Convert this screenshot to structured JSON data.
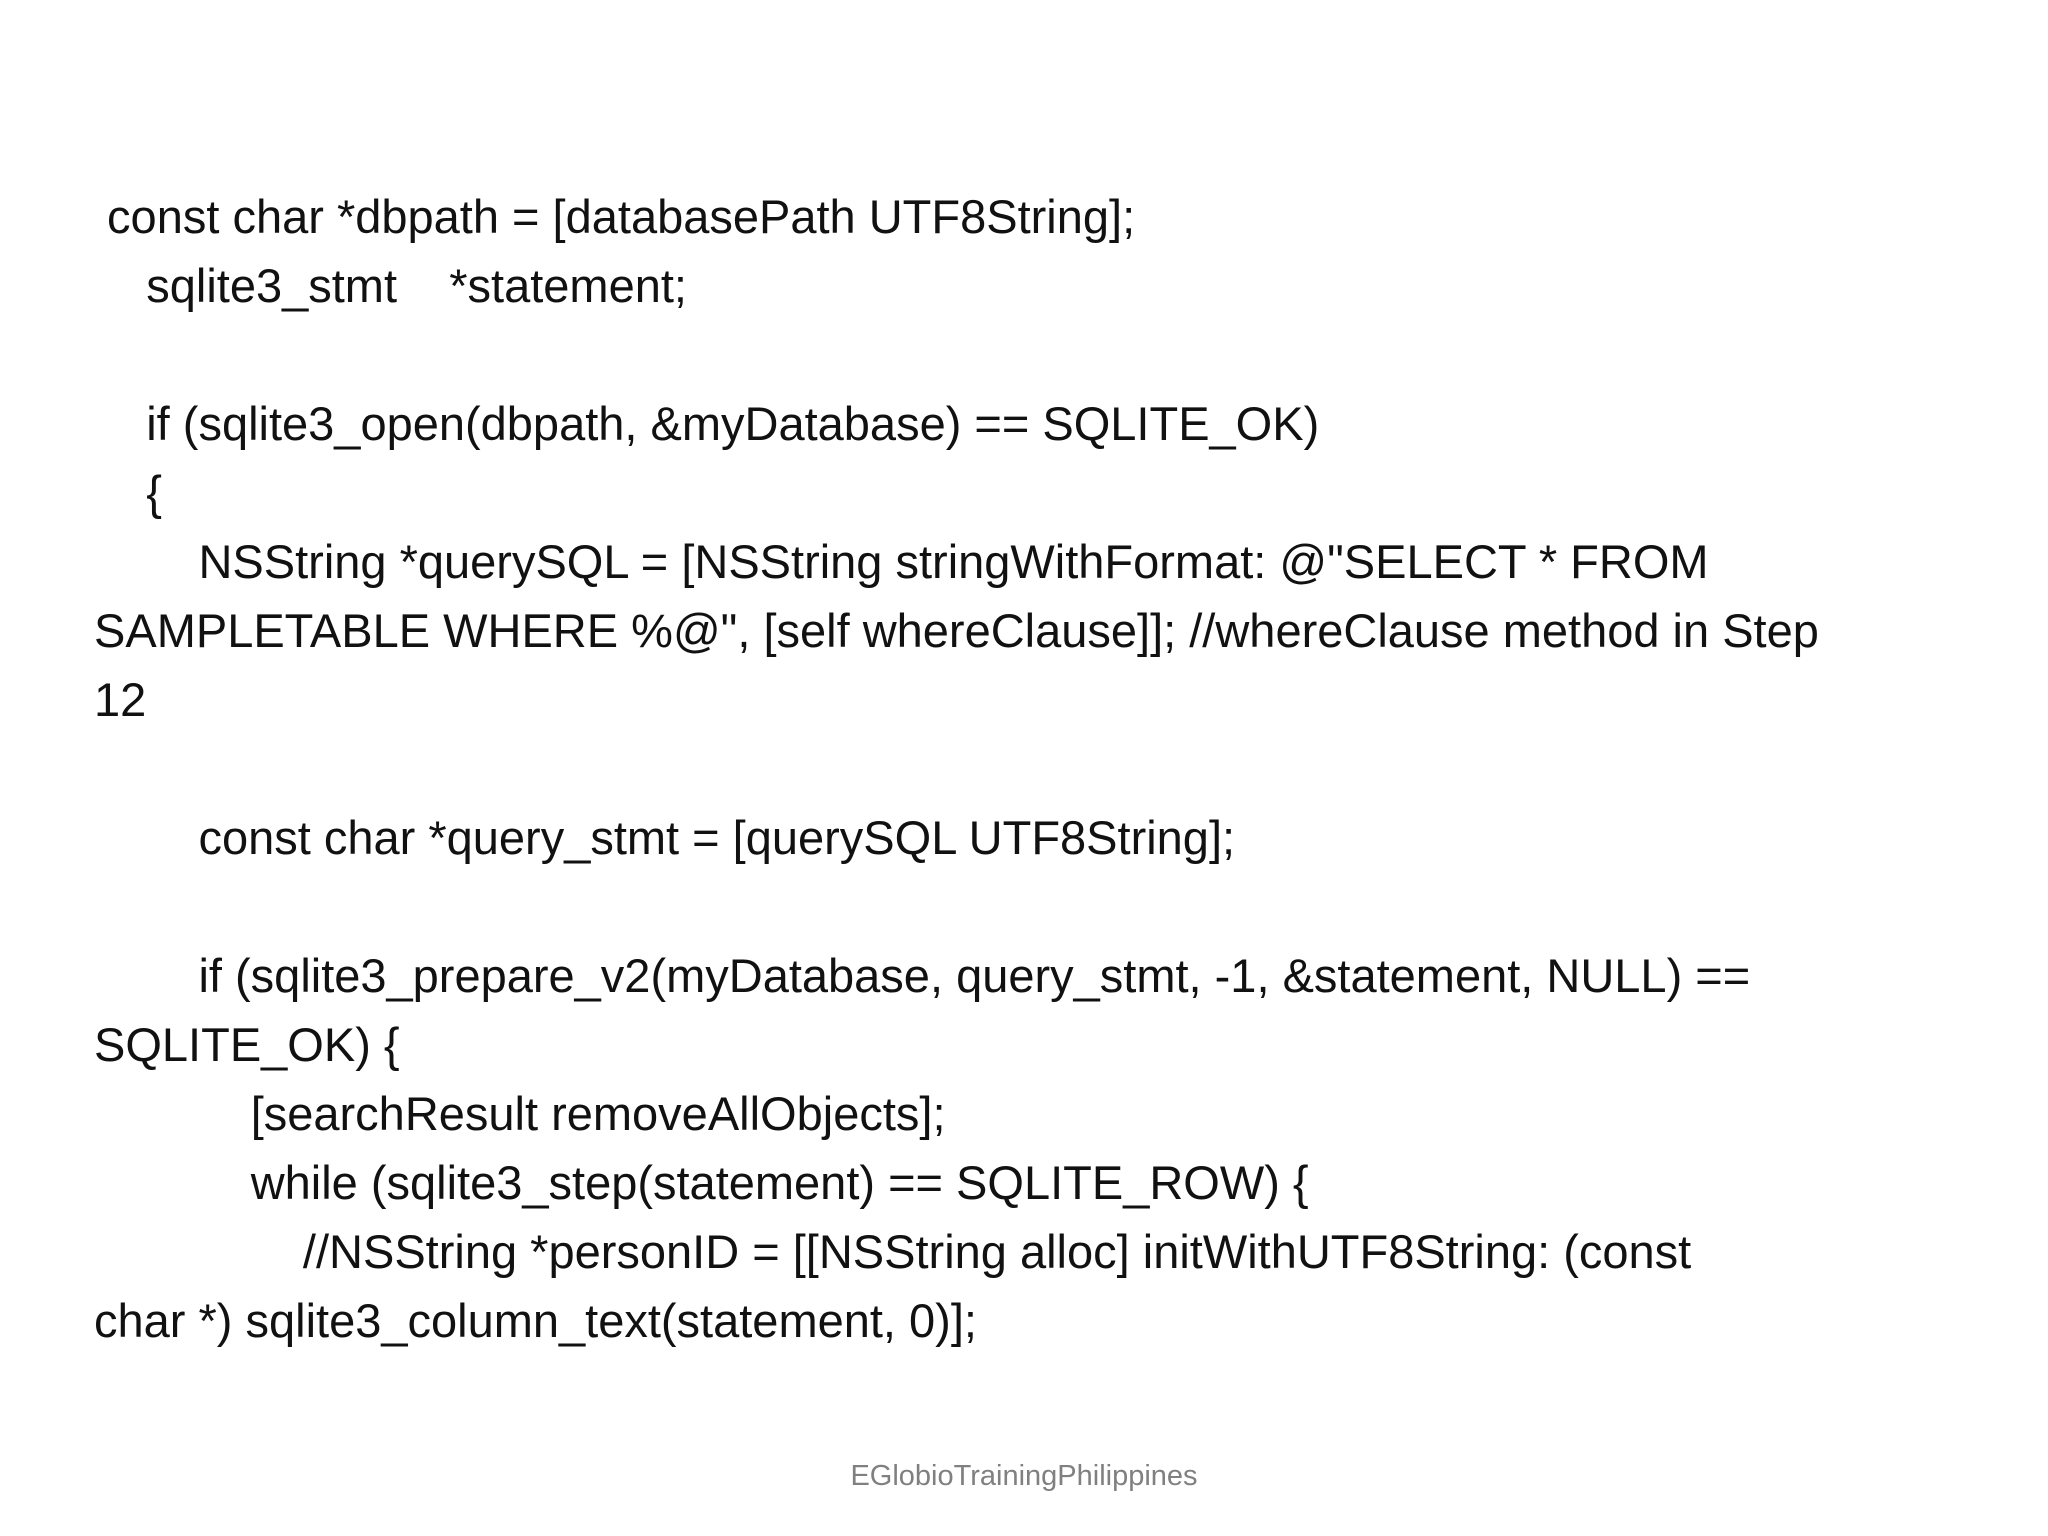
{
  "slide": {
    "lines": [
      " const char *dbpath = [databasePath UTF8String];",
      "    sqlite3_stmt    *statement;",
      "",
      "    if (sqlite3_open(dbpath, &myDatabase) == SQLITE_OK)",
      "    {",
      "        NSString *querySQL = [NSString stringWithFormat: @\"SELECT * FROM",
      "SAMPLETABLE WHERE %@\", [self whereClause]]; //whereClause method in Step",
      "12",
      "",
      "        const char *query_stmt = [querySQL UTF8String];",
      "",
      "        if (sqlite3_prepare_v2(myDatabase, query_stmt, -1, &statement, NULL) ==",
      "SQLITE_OK) {",
      "            [searchResult removeAllObjects];",
      "            while (sqlite3_step(statement) == SQLITE_ROW) {",
      "                //NSString *personID = [[NSString alloc] initWithUTF8String: (const",
      "char *) sqlite3_column_text(statement, 0)];"
    ],
    "footer": "EGlobioTrainingPhilippines"
  }
}
